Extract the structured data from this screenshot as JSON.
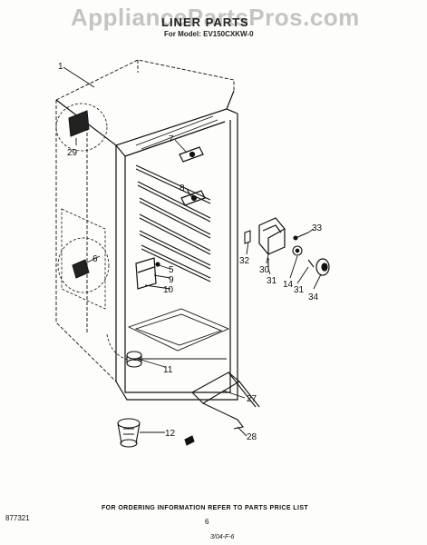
{
  "watermark": "AppliancePartsPros.com",
  "title": "LINER PARTS",
  "subtitle": "For Model: EV150CXKW-0",
  "callouts": {
    "c1": "1",
    "c29": "29",
    "c7": "7",
    "c8": "8",
    "c6": "6",
    "c5": "5",
    "c9": "9",
    "c10": "10",
    "c11": "11",
    "c12": "12",
    "c27": "27",
    "c28": "28",
    "c32": "32",
    "c30": "30",
    "c31a": "31",
    "c14": "14",
    "c31b": "31",
    "c34": "34",
    "c33": "33"
  },
  "footer_note": "FOR ORDERING INFORMATION REFER TO PARTS PRICE LIST",
  "doc_number": "877321",
  "page_number": "6",
  "revision": "3/04-F-6",
  "colors": {
    "ink": "#111111",
    "paper": "#fdfdfb",
    "watermark": "#969696"
  }
}
